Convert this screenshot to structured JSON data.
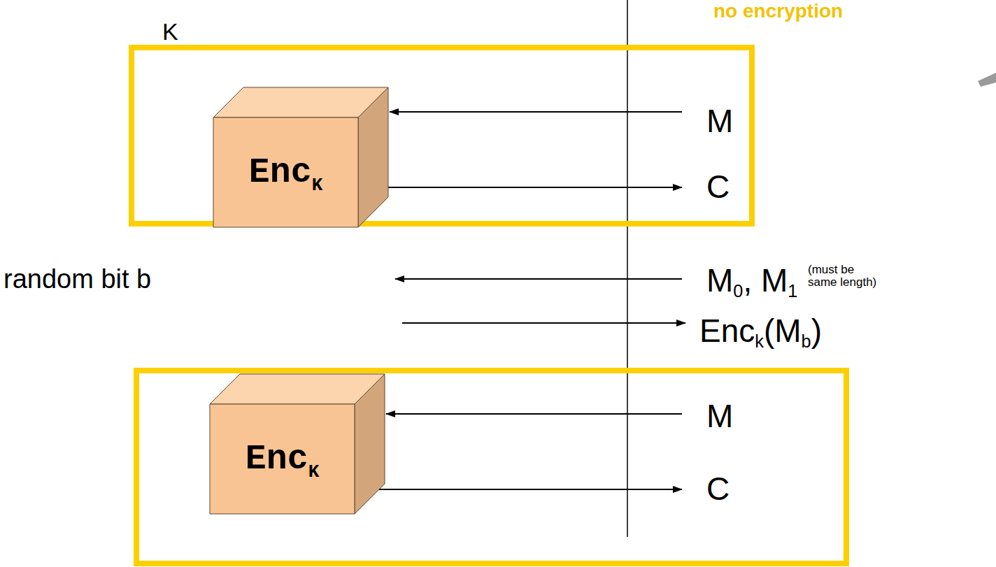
{
  "diagram": {
    "nodes": [
      {
        "text": [
          "Enc",
          "K"
        ]
      },
      {
        "text": [
          "Enc",
          "K"
        ]
      }
    ],
    "labels": [
      "no encryption",
      "K",
      "M",
      "C",
      "random bit b",
      "M",
      "0",
      ", M",
      "1",
      "(must be same length)",
      "Enc",
      "k",
      "(M",
      "b",
      ")",
      "M",
      "C"
    ]
  }
}
